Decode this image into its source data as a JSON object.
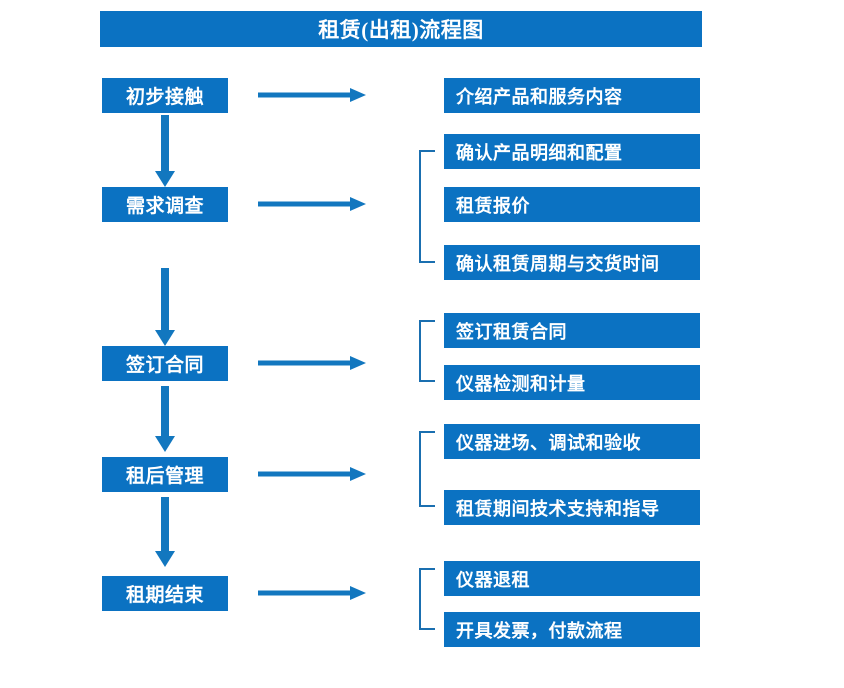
{
  "title": {
    "text": "租赁(出租)流程图"
  },
  "colors": {
    "box_fill": "#0b72c2",
    "box_text": "#ffffff",
    "arrow": "#1277bf",
    "bracket": "#1a6fb0",
    "background": "#ffffff"
  },
  "stages": [
    {
      "label": "初步接触",
      "arrow_icon": "right-arrow-icon",
      "details": [
        "介绍产品和服务内容"
      ],
      "has_bracket": false
    },
    {
      "label": "需求调查",
      "arrow_icon": "right-arrow-icon",
      "details": [
        "确认产品明细和配置",
        "租赁报价",
        "确认租赁周期与交货时间"
      ],
      "has_bracket": true
    },
    {
      "label": "签订合同",
      "arrow_icon": "right-arrow-icon",
      "details": [
        "签订租赁合同",
        "仪器检测和计量"
      ],
      "has_bracket": true
    },
    {
      "label": "租后管理",
      "arrow_icon": "right-arrow-icon",
      "details": [
        "仪器进场、调试和验收",
        "租赁期间技术支持和指导"
      ],
      "has_bracket": true
    },
    {
      "label": "租期结束",
      "arrow_icon": "right-arrow-icon",
      "details": [
        "仪器退租",
        "开具发票，付款流程"
      ],
      "has_bracket": true
    }
  ],
  "connectors": {
    "down_arrow_icon": "down-arrow-icon",
    "right_arrow_icon": "right-arrow-icon",
    "bracket_icon": "group-bracket-icon",
    "count_down_arrows": 4,
    "count_right_arrows": 5
  }
}
